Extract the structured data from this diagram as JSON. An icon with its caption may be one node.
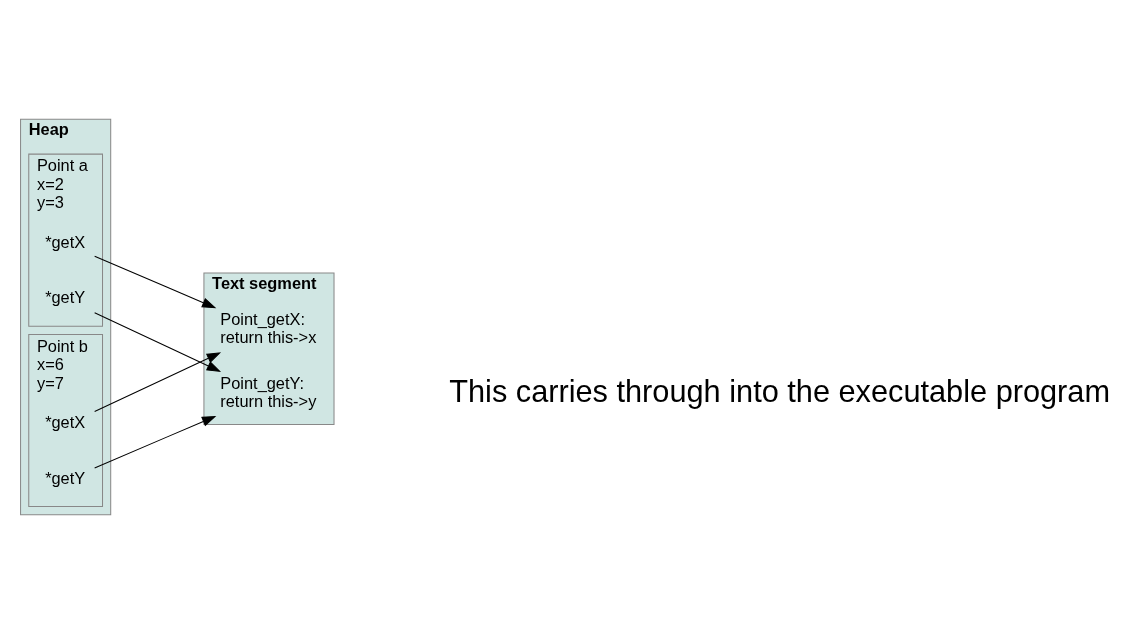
{
  "diagram": {
    "nodes": [
      {
        "text": [
          "Heap"
        ]
      },
      {
        "text": [
          "Point a",
          "x=2",
          "y=3"
        ],
        "in": 0
      },
      {
        "text": [
          "*getX"
        ],
        "in": 1
      },
      {
        "text": [
          "*getY"
        ],
        "in": 1
      },
      {
        "text": [
          "Point b",
          "x=6",
          "y=7"
        ],
        "in": 0
      },
      {
        "text": [
          "*getX"
        ],
        "in": 4
      },
      {
        "text": [
          "*getY"
        ],
        "in": 4
      },
      {
        "text": [
          "Text segment"
        ]
      },
      {
        "text": [
          "Point_getX:",
          "return this->x"
        ],
        "in": 7
      },
      {
        "text": [
          "Point_getY:",
          "return this->y"
        ],
        "in": 7
      }
    ],
    "edges": [
      {
        "from": 2,
        "to": 8,
        "arrow": "to"
      },
      {
        "from": 3,
        "to": 9,
        "arrow": "to"
      },
      {
        "from": 5,
        "to": 8,
        "arrow": "to"
      },
      {
        "from": 6,
        "to": 9,
        "arrow": "to"
      }
    ],
    "labels": [
      "This carries through into the executable program"
    ]
  }
}
